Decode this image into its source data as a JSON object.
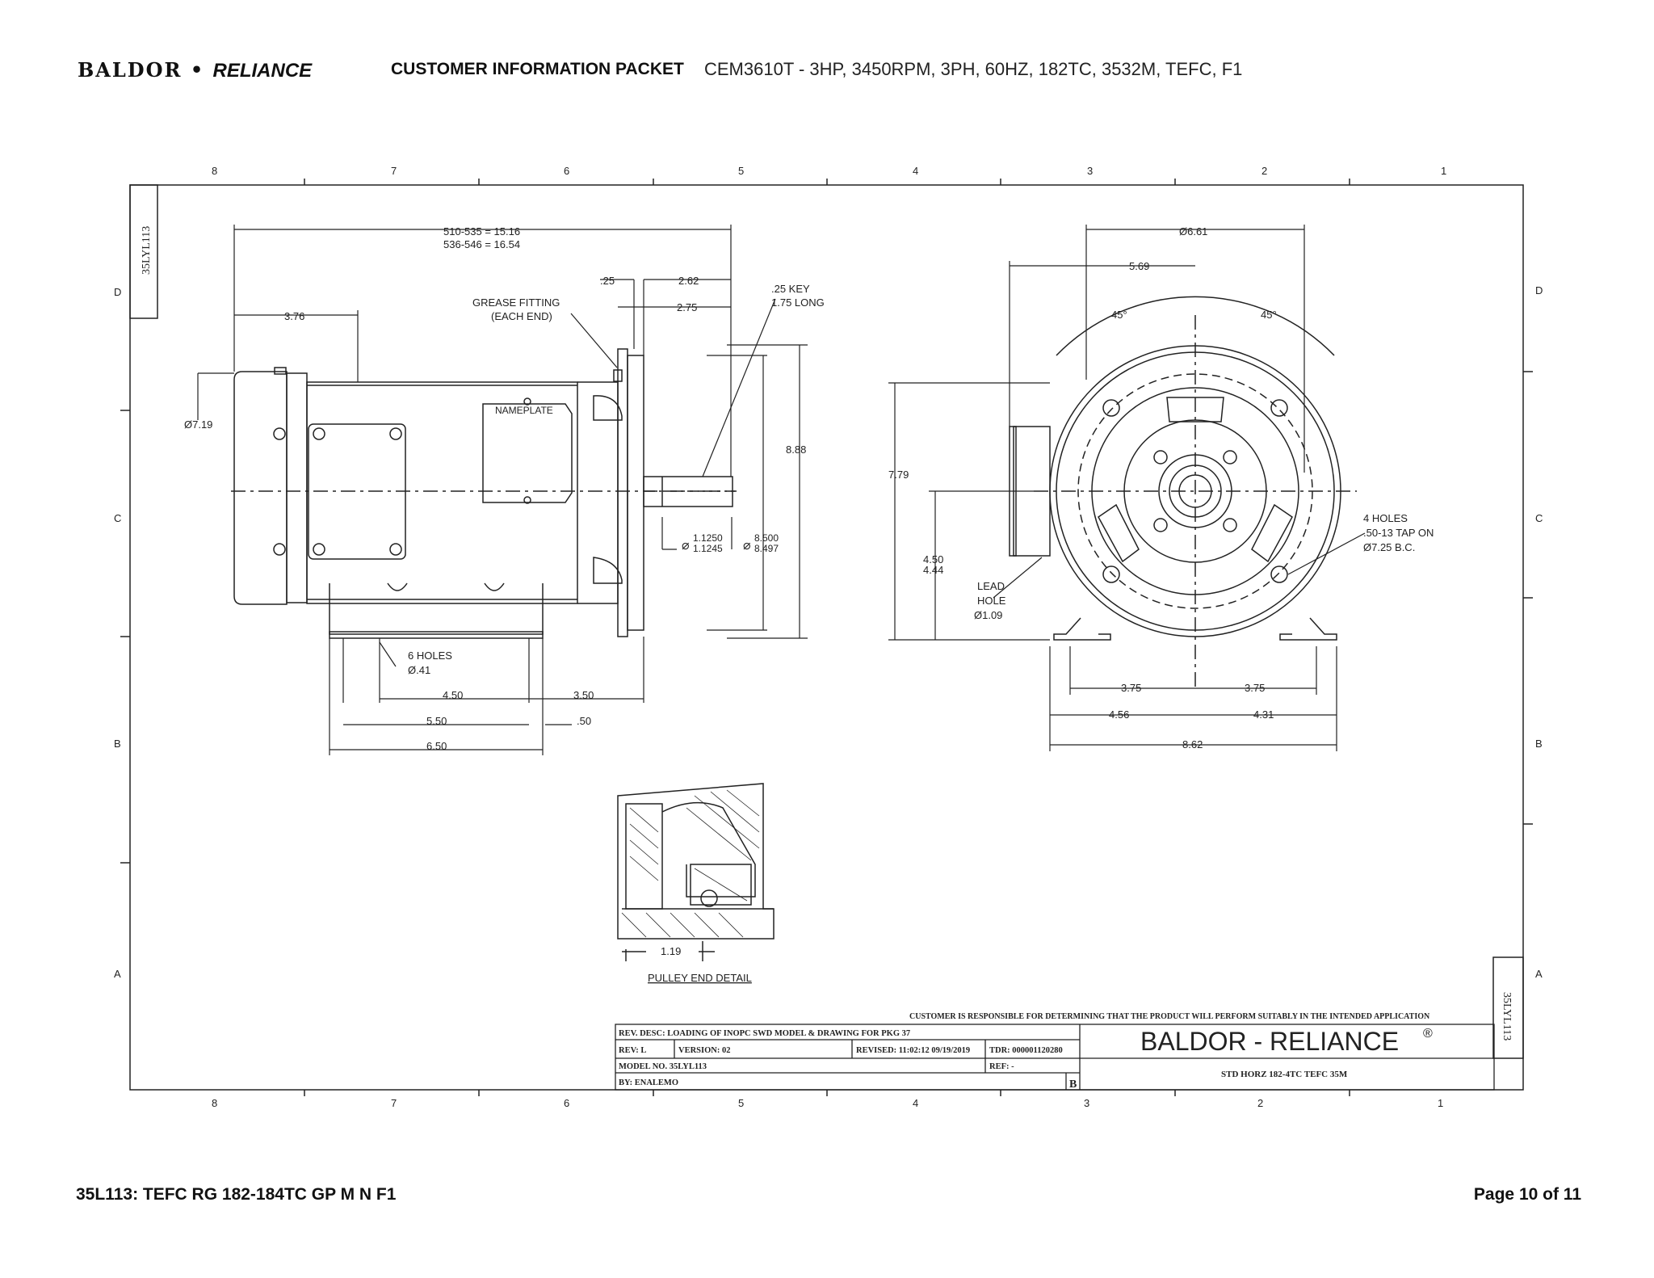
{
  "header": {
    "brand_left": "BALDOR",
    "brand_dot": "•",
    "brand_right": "RELIANCE",
    "packet_title": "CUSTOMER INFORMATION PACKET",
    "model_desc": "CEM3610T - 3HP, 3450RPM, 3PH, 60HZ, 182TC, 3532M, TEFC, F1"
  },
  "footer": {
    "doc_id": "35L113: TEFC RG 182-184TC GP M N F1",
    "page": "Page 10 of 11"
  },
  "drawing": {
    "zone_columns": [
      "8",
      "7",
      "6",
      "5",
      "4",
      "3",
      "2",
      "1"
    ],
    "zone_rows": [
      "D",
      "C",
      "B",
      "A"
    ],
    "side_id": "35LYL113",
    "side_view": {
      "overall_1": "510-535 = 15.16",
      "overall_2": "536-546 = 16.54",
      "d_376": "3.76",
      "d_025": ".25",
      "d_262": "2.62",
      "d_275": "2.75",
      "key_1": ".25 KEY",
      "key_2": "1.75 LONG",
      "grease_1": "GREASE FITTING",
      "grease_2": "(EACH END)",
      "nameplate": "NAMEPLATE",
      "dia_719": "Ø7.19",
      "d_888": "8.88",
      "shaft_1": "1.1250",
      "shaft_2": "1.1245",
      "pilot_1": "8.500",
      "pilot_2": "8.497",
      "holes_1": "6 HOLES",
      "holes_2": "Ø.41",
      "d_450": "4.50",
      "d_350": "3.50",
      "d_550": "5.50",
      "d_050": ".50",
      "d_650": "6.50"
    },
    "end_view": {
      "dia_661": "Ø6.61",
      "d_569": "5.69",
      "ang_left": "45°",
      "ang_right": "45°",
      "d_779": "7.79",
      "h_1": "4.50",
      "h_2": "4.44",
      "lead_1": "LEAD",
      "lead_2": "HOLE",
      "lead_3": "Ø1.09",
      "tap_1": "4 HOLES",
      "tap_2": ".50-13 TAP ON",
      "tap_3": "Ø7.25 B.C.",
      "d_375a": "3.75",
      "d_375b": "3.75",
      "d_456": "4.56",
      "d_431": "4.31",
      "d_862": "8.62"
    },
    "detail": {
      "d_119": "1.19",
      "caption": "PULLEY END DETAIL"
    },
    "title_block": {
      "disclaimer": "CUSTOMER IS RESPONSIBLE FOR DETERMINING THAT THE PRODUCT WILL PERFORM SUITABLY IN THE INTENDED APPLICATION",
      "rev_desc": "REV. DESC: LOADING OF INOPC SWD MODEL & DRAWING FOR PKG 37",
      "rev": "REV:   L",
      "version": "VERSION:   02",
      "revised": "REVISED:   11:02:12 09/19/2019",
      "tdr": "TDR:   000001120280",
      "model_no": "MODEL NO.   35LYL113",
      "ref": "REF:   -",
      "by": "BY: ENALEMO",
      "size": "B",
      "company": "BALDOR - RELIANCE",
      "reg": "®",
      "desc": "STD HORZ 182-4TC TEFC 35M"
    }
  }
}
